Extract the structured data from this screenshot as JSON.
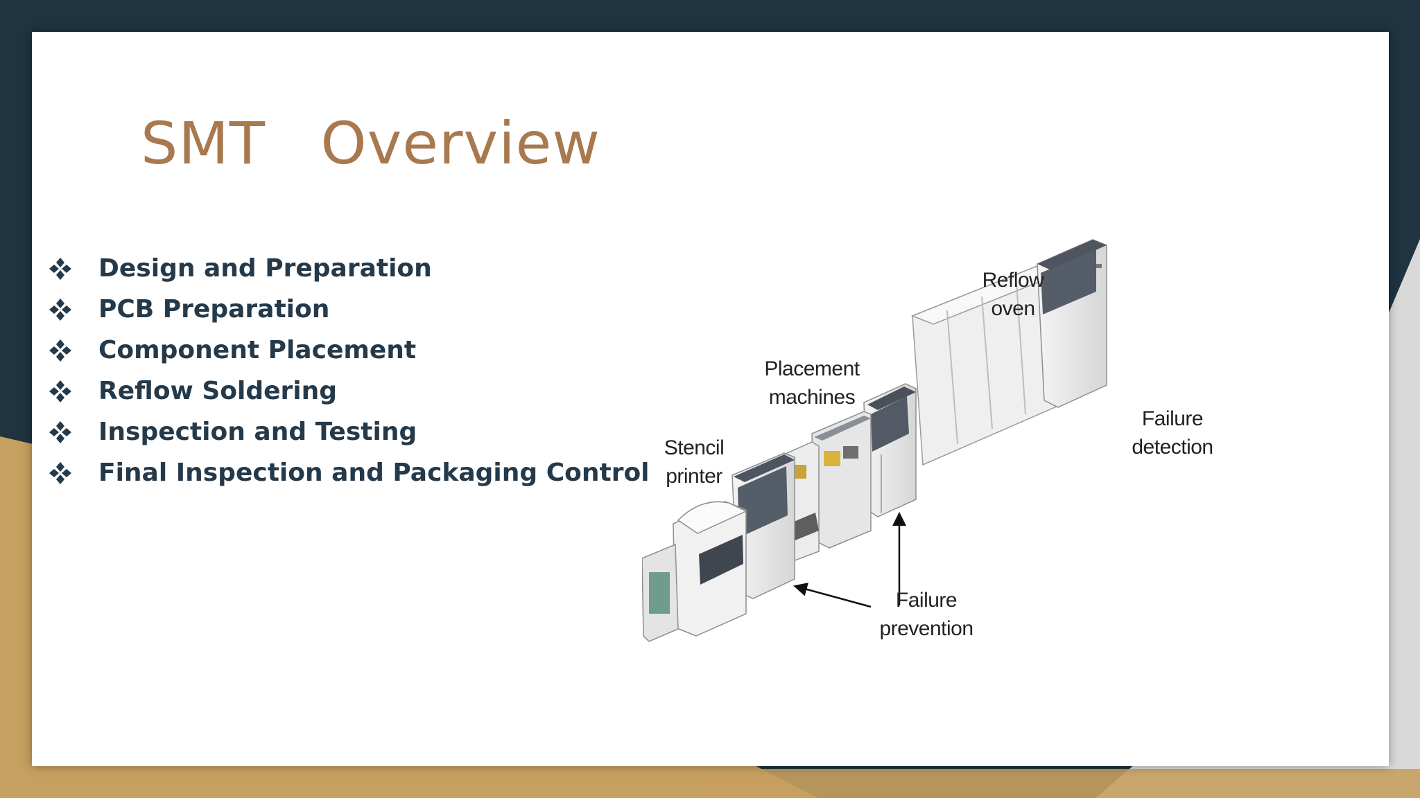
{
  "slide": {
    "title": "SMT  Overview",
    "bullet_icon": "four-diamond-icon",
    "bullets": [
      "Design and Preparation",
      "PCB Preparation",
      "Component Placement",
      "Reflow Soldering",
      "Inspection and Testing",
      "Final Inspection and Packaging Control"
    ]
  },
  "figure": {
    "labels": {
      "stencil": [
        "Stencil",
        "printer"
      ],
      "placement": [
        "Placement",
        "machines"
      ],
      "reflow": [
        "Reflow",
        "oven"
      ],
      "failure_detection": [
        "Failure",
        "detection"
      ],
      "failure_prevention": [
        "Failure",
        "prevention"
      ]
    }
  },
  "colors": {
    "background_dark": "#1f3340",
    "accent_gold": "#c6a060",
    "title": "#a8794f",
    "bullet_text": "#24394a"
  }
}
